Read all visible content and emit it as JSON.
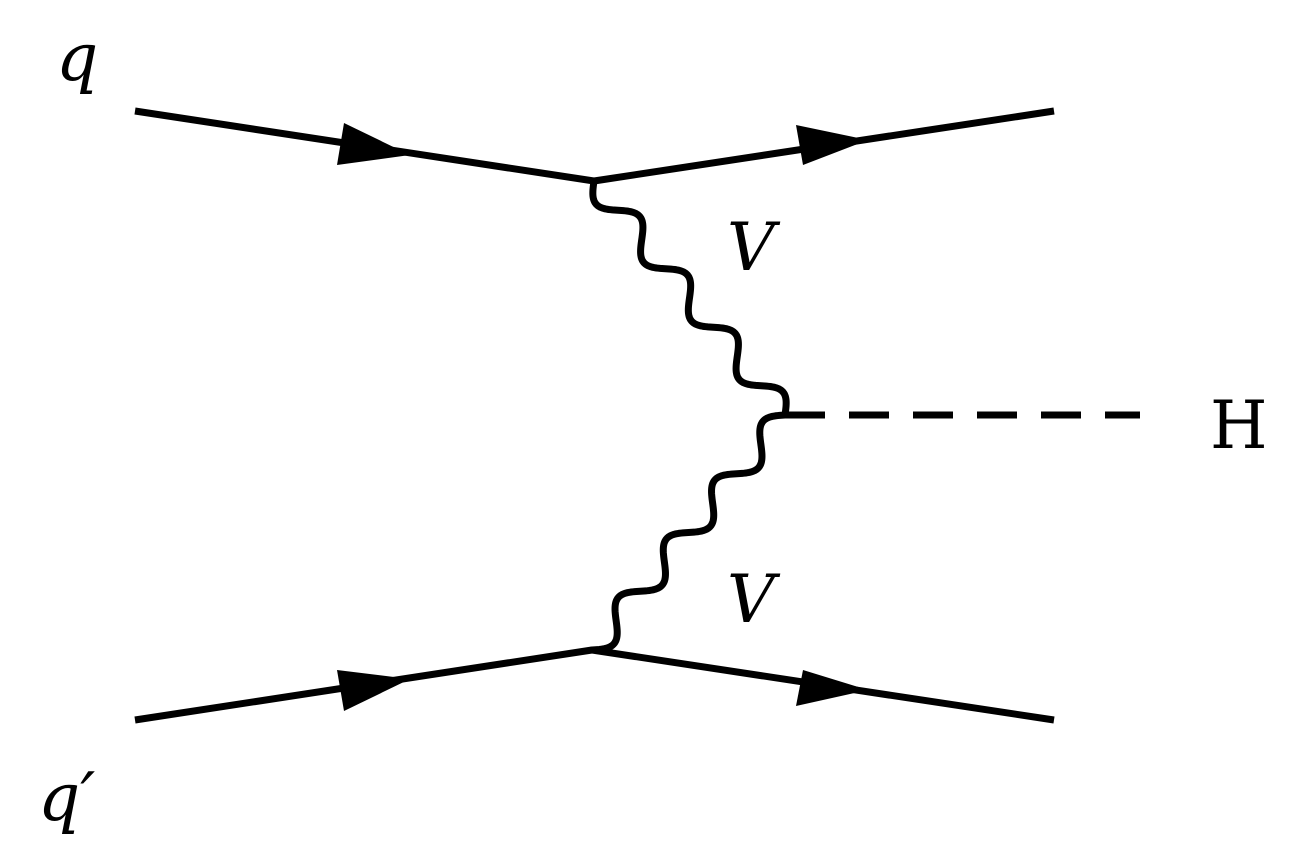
{
  "labels": {
    "incoming_quark_top": "q",
    "incoming_quark_bottom": "q′",
    "boson_top": "V",
    "boson_bottom": "V",
    "higgs": "H"
  },
  "colors": {
    "ink": "#000000",
    "background": "#ffffff"
  }
}
